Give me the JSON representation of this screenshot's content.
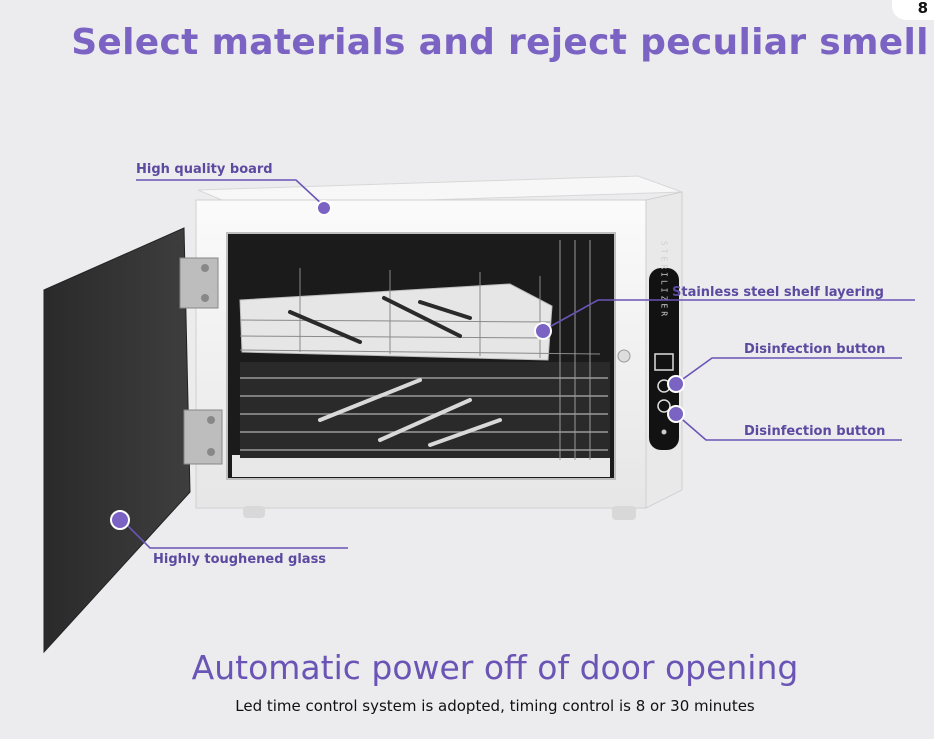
{
  "page_number": "8",
  "headline": "Select materials and reject peculiar smell",
  "callouts": {
    "board": "High quality board",
    "shelf": "Stainless steel shelf layering",
    "button1": "Disinfection button",
    "button2": "Disinfection button",
    "glass": "Highly toughened glass"
  },
  "panel_text": "STERILIZER",
  "footer": {
    "title": "Automatic power off of door opening",
    "subtitle": "Led time control system is adopted, timing control is 8 or 30 minutes"
  },
  "colors": {
    "accent": "#6a55b6",
    "marker": "#7b63c4",
    "background": "#ecebed"
  }
}
